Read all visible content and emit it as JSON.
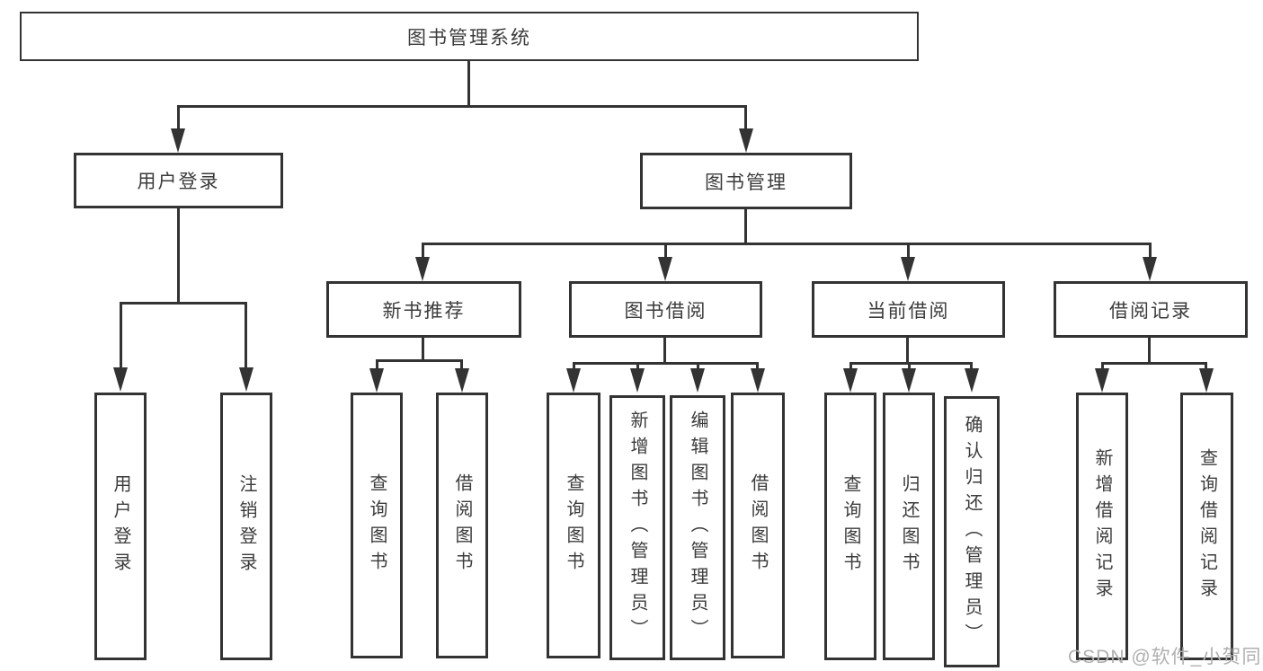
{
  "tree": {
    "label": "图书管理系统",
    "children": [
      {
        "label": "用户登录",
        "children": [
          {
            "label": "用户登录"
          },
          {
            "label": "注销登录"
          }
        ]
      },
      {
        "label": "图书管理",
        "children": [
          {
            "label": "新书推荐",
            "children": [
              {
                "label": "查询图书"
              },
              {
                "label": "借阅图书"
              }
            ]
          },
          {
            "label": "图书借阅",
            "children": [
              {
                "label": "查询图书"
              },
              {
                "label": "新增图书（管理员）"
              },
              {
                "label": "编辑图书（管理员）"
              },
              {
                "label": "借阅图书"
              }
            ]
          },
          {
            "label": "当前借阅",
            "children": [
              {
                "label": "查询图书"
              },
              {
                "label": "归还图书"
              },
              {
                "label": "确认归还（管理员）"
              }
            ]
          },
          {
            "label": "借阅记录",
            "children": [
              {
                "label": "新增借阅记录"
              },
              {
                "label": "查询借阅记录"
              }
            ]
          }
        ]
      }
    ]
  },
  "watermark": {
    "text": "CSDN @软件_小贺同学"
  },
  "colors": {
    "line": "#333333",
    "text": "#3b3b3b",
    "watermark": "#b0b0b0"
  }
}
